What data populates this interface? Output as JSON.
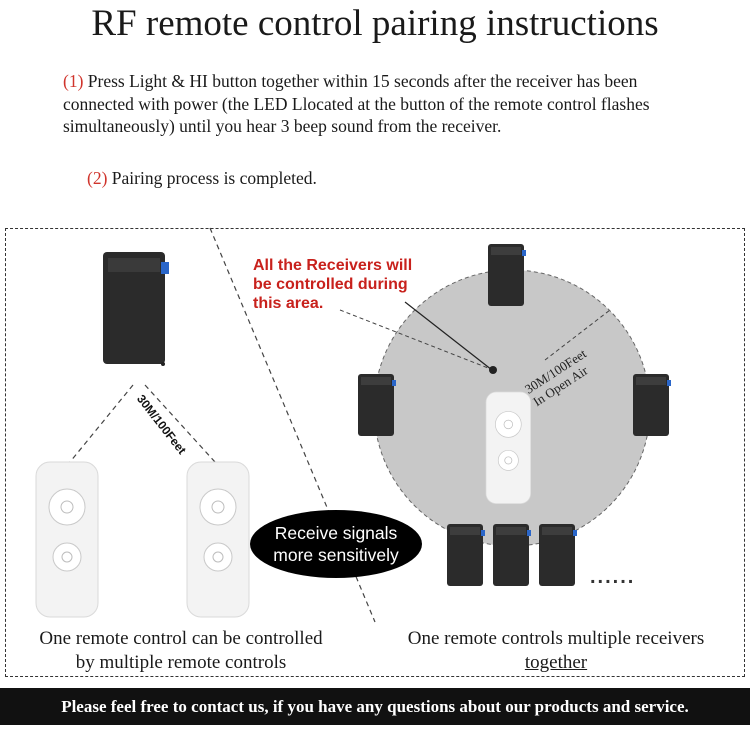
{
  "title": "RF remote control pairing instructions",
  "steps": [
    {
      "num": "(1)",
      "text": "Press Light & HI button together within 15 seconds after the receiver has been connected with power (the LED Llocated at the button of the remote control flashes simultaneously) until you hear 3 beep sound from the receiver."
    },
    {
      "num": "(2)",
      "text": "Pairing process is completed."
    }
  ],
  "diagram": {
    "area_note": [
      "All the Receivers will",
      "be controlled during",
      "this area."
    ],
    "distance_left": "30M/100Feet",
    "distance_right": [
      "30M/100Feet",
      "In Open Air"
    ],
    "bubble": [
      "Receive signals",
      "more sensitively"
    ],
    "ellipsis": "......",
    "caption_left": [
      "One remote control can be controlled",
      "by multiple remote controls"
    ],
    "caption_right": [
      "One remote controls multiple receivers",
      "together"
    ],
    "colors": {
      "accent_red": "#c8211c",
      "circle_fill": "#c8c8c8",
      "receiver": "#2b2b2b",
      "remote": "#f2f2f2"
    },
    "icons": [
      "receiver-box-icon",
      "remote-control-icon"
    ]
  },
  "footer": "Please feel free to contact us, if you have any questions about our products and service."
}
